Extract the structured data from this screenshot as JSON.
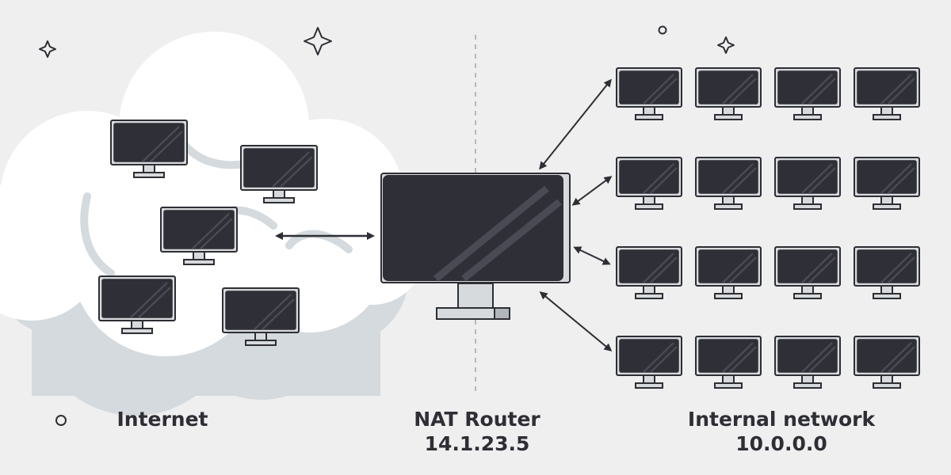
{
  "labels": {
    "internet": "Internet",
    "router_name": "NAT Router",
    "router_ip": "14.1.23.5",
    "internal_name": "Internal network",
    "internal_ip": "10.0.0.0"
  },
  "colors": {
    "background": "#efefef",
    "cloud": "#ffffff",
    "cloud_shadow": "#d4dadd",
    "screen": "#2f2f37",
    "bezel": "#d7dadd",
    "outline": "#2e2e35",
    "text": "#2e2e35"
  },
  "icons": {
    "sparkle": "sparkle-icon",
    "circle": "small-circle-icon",
    "monitor": "monitor-icon",
    "arrow": "double-arrow-icon"
  }
}
